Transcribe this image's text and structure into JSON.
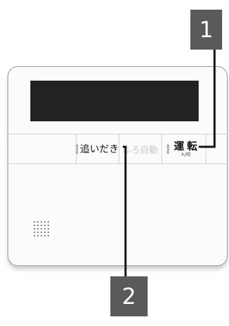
{
  "buttons": {
    "oidaki": "追いだき",
    "furo_jidou": "ふろ自動",
    "unten_main": "運転",
    "unten_sub": "入/切"
  },
  "callouts": {
    "one": "1",
    "two": "2"
  },
  "icons": {
    "speaker": "speaker-grille-icon"
  },
  "colors": {
    "display": "#222222",
    "callout_bg": "#5a5a5a",
    "leader_line": "#111111"
  }
}
